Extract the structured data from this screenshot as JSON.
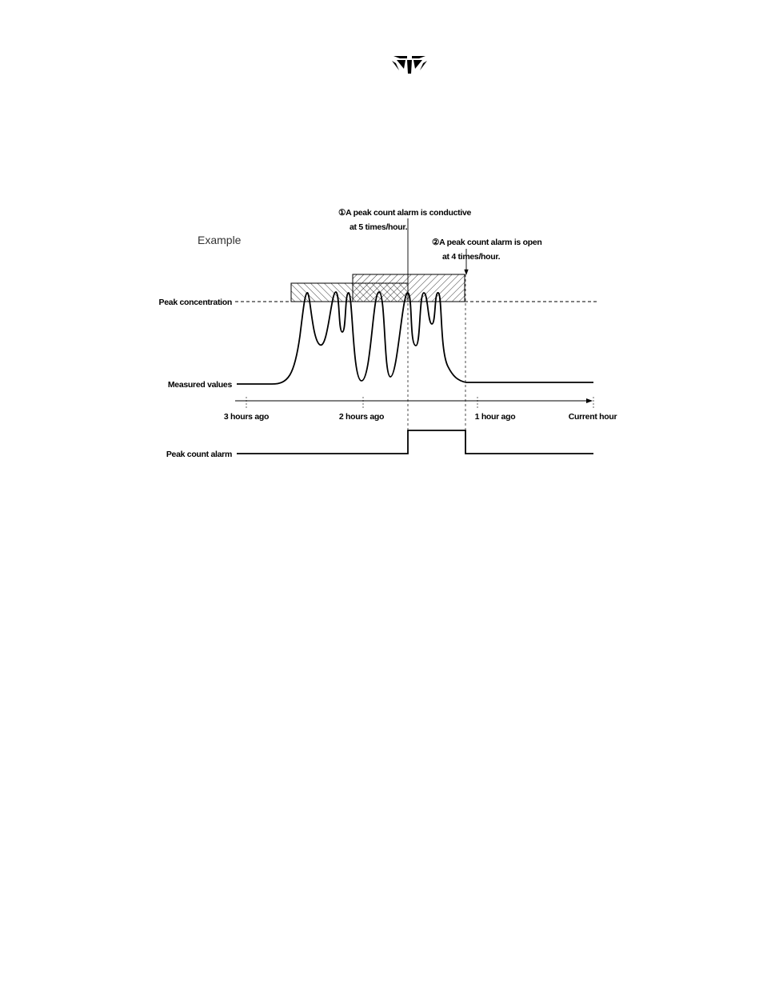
{
  "logo": {
    "icon": "company-logo-icon"
  },
  "diagram": {
    "example_label": "Example",
    "annotation_1": {
      "marker": "①",
      "line1": "A peak count alarm is conductive",
      "line2": "at 5 times/hour."
    },
    "annotation_2": {
      "marker": "②",
      "line1": "A peak count alarm is open",
      "line2": "at 4 times/hour."
    },
    "labels": {
      "peak_concentration": "Peak concentration",
      "measured_values": "Measured values",
      "peak_count_alarm": "Peak count alarm"
    },
    "time_axis": [
      "3 hours ago",
      "2 hours ago",
      "1 hour ago",
      "Current hour"
    ]
  }
}
